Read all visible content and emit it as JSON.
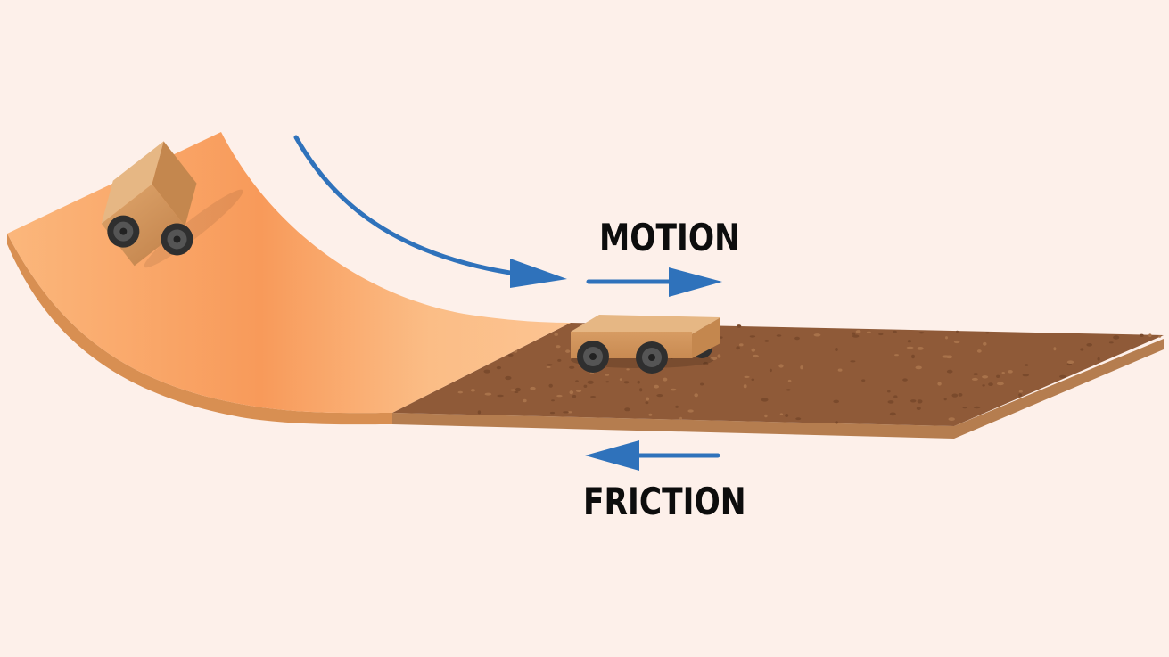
{
  "labels": {
    "motion": "MOTION",
    "friction": "FRICTION"
  },
  "colors": {
    "background": "#fdf0ea",
    "ramp_light": "#fbbd86",
    "ramp_mid": "#f89c5c",
    "ramp_edge": "#d98f52",
    "rough_surface": "#8f5a38",
    "rough_edge": "#b07a4e",
    "arrow": "#2f72bb",
    "cart_body": "#d9a16a",
    "cart_top": "#e6b784",
    "wheel": "#3a3a3a"
  },
  "objects": {
    "ramp": "smooth-curved-ramp",
    "floor": "rough-floor",
    "cart_on_ramp": "cart",
    "cart_on_floor": "cart",
    "arrows": [
      "curved-motion-arrow",
      "motion-arrow",
      "friction-arrow"
    ]
  }
}
